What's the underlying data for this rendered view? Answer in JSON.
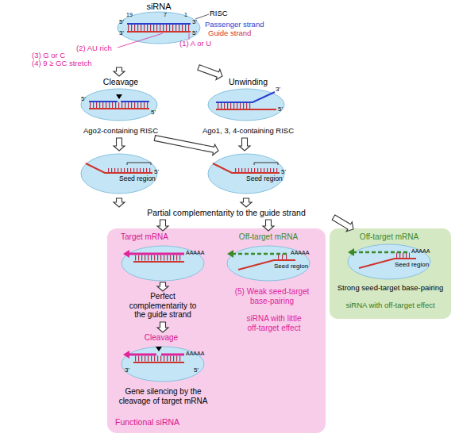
{
  "diagram": {
    "nodes": [
      {
        "text": [
          "siRNA"
        ]
      },
      {
        "text": [
          "Cleavage",
          "Ago2-containing RISC"
        ]
      },
      {
        "text": [
          "Unwinding",
          "Ago1, 3, 4-containing RISC"
        ]
      },
      {
        "text": [
          "Seed region"
        ]
      },
      {
        "text": [
          "Seed region"
        ]
      },
      {
        "text": [
          "Functional siRNA"
        ]
      },
      {
        "text": [
          "Target mRNA",
          "AAAAA"
        ],
        "in": 5
      },
      {
        "text": [
          "Cleavage",
          "AAAAA"
        ],
        "in": 5
      },
      {
        "text": [
          "Off-target mRNA",
          "AAAAA",
          "Seed region"
        ],
        "in": 5
      },
      {
        "text": [
          "siRNA with off-target effect"
        ]
      },
      {
        "text": [
          "Off-target mRNA",
          "AAAAA",
          "Seed region"
        ],
        "in": 9
      }
    ],
    "edges": [
      {
        "from": 0,
        "to": 1,
        "arrow": "to"
      },
      {
        "from": 0,
        "to": 2,
        "arrow": "to"
      },
      {
        "from": 1,
        "to": 3,
        "arrow": "to"
      },
      {
        "from": 1,
        "to": 4,
        "arrow": "to"
      },
      {
        "from": 2,
        "to": 4,
        "arrow": "to"
      }
    ],
    "labels": [
      "RISC",
      "Passenger strand",
      "Guide strand",
      "19",
      "7",
      "1",
      "5'",
      "3'",
      "3'",
      "5'",
      "(1) A or U",
      "(2) AU rich",
      "(3) G or C",
      "(4) 9 ≥ GC stretch",
      "5'",
      "5'",
      "3'",
      "5'",
      "5'",
      "5'",
      "Partial complementarity to the guide strand",
      "Perfect complementarity to the guide strand",
      "3'",
      "5'",
      "Gene silencing by the cleavage of target mRNA",
      "(5) Weak seed-target base-pairing",
      "siRNA with little off-target effect",
      "Strong seed-target base-pairing"
    ]
  }
}
